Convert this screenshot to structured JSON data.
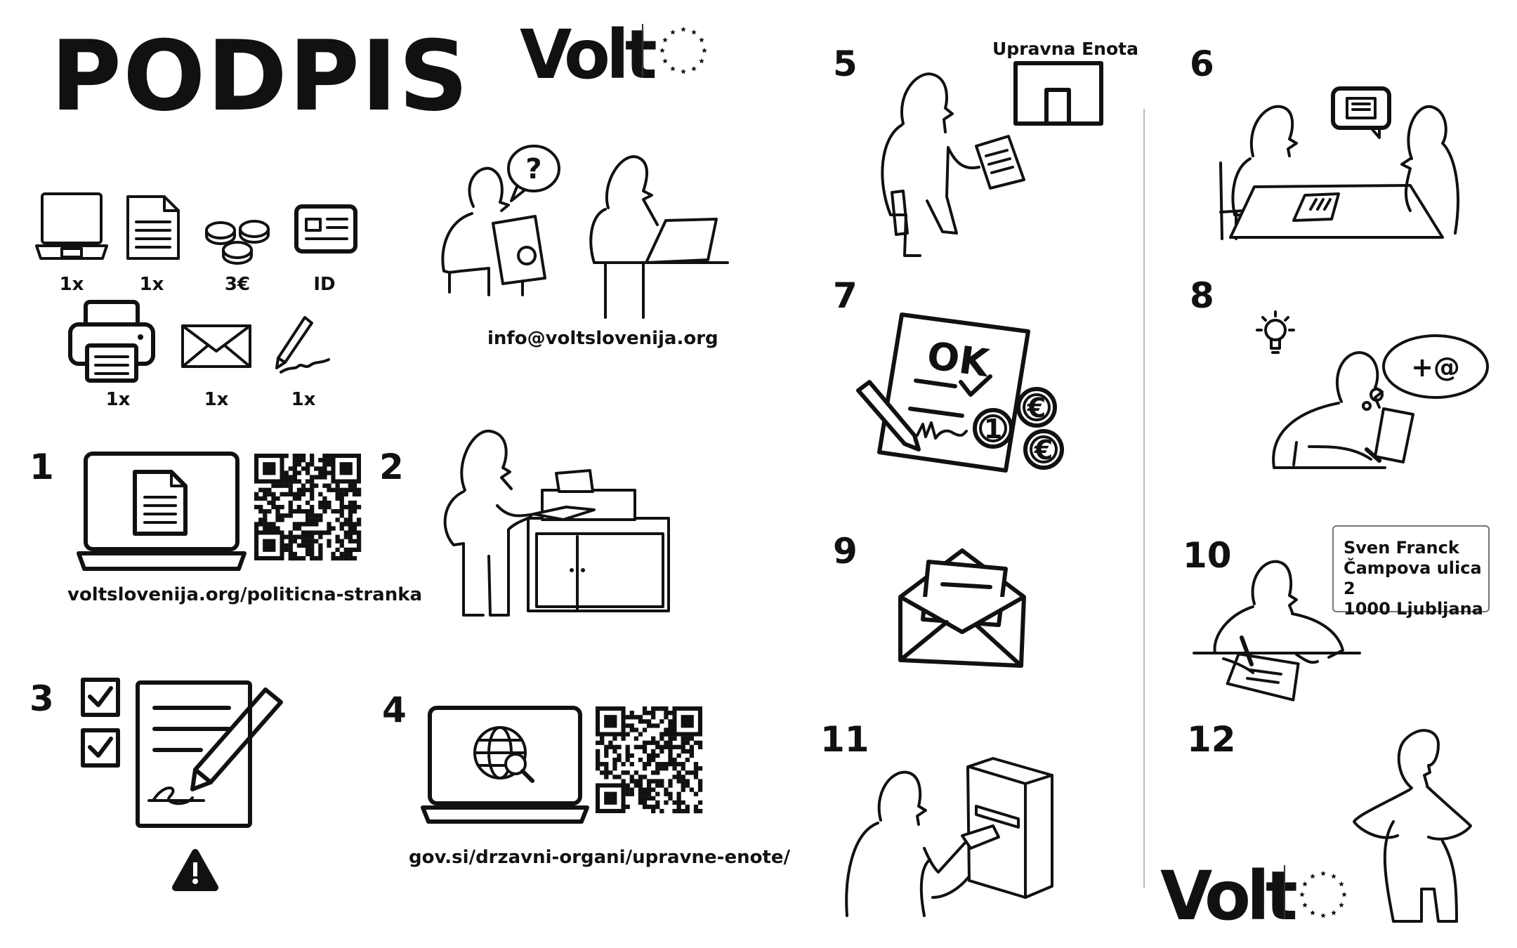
{
  "title": "PODPIS",
  "brand": {
    "name": "Volt",
    "emblem": "eu-stars-icon"
  },
  "requirements": [
    {
      "icon": "laptop-icon",
      "label": "1x"
    },
    {
      "icon": "document-icon",
      "label": "1x"
    },
    {
      "icon": "coins-icon",
      "label": "3€"
    },
    {
      "icon": "id-card-icon",
      "label": "ID"
    },
    {
      "icon": "printer-icon",
      "label": "1x"
    },
    {
      "icon": "envelope-icon",
      "label": "1x"
    },
    {
      "icon": "pen-icon",
      "label": "1x"
    }
  ],
  "contact_email": "info@voltslovenija.org",
  "steps": [
    {
      "number": "1",
      "link": "voltslovenija.org/politicna-stranka"
    },
    {
      "number": "2"
    },
    {
      "number": "3"
    },
    {
      "number": "4",
      "link": "gov.si/drzavni-organi/upravne-enote/"
    },
    {
      "number": "5",
      "label": "Upravna Enota"
    },
    {
      "number": "6"
    },
    {
      "number": "7",
      "stamp": "OK",
      "coin": "1",
      "currency": "€"
    },
    {
      "number": "8",
      "thought": "+@"
    },
    {
      "number": "9"
    },
    {
      "number": "10",
      "address": [
        "Sven Franck",
        "Čampova ulica 2",
        "1000 Ljubljana"
      ]
    },
    {
      "number": "11"
    },
    {
      "number": "12"
    }
  ]
}
